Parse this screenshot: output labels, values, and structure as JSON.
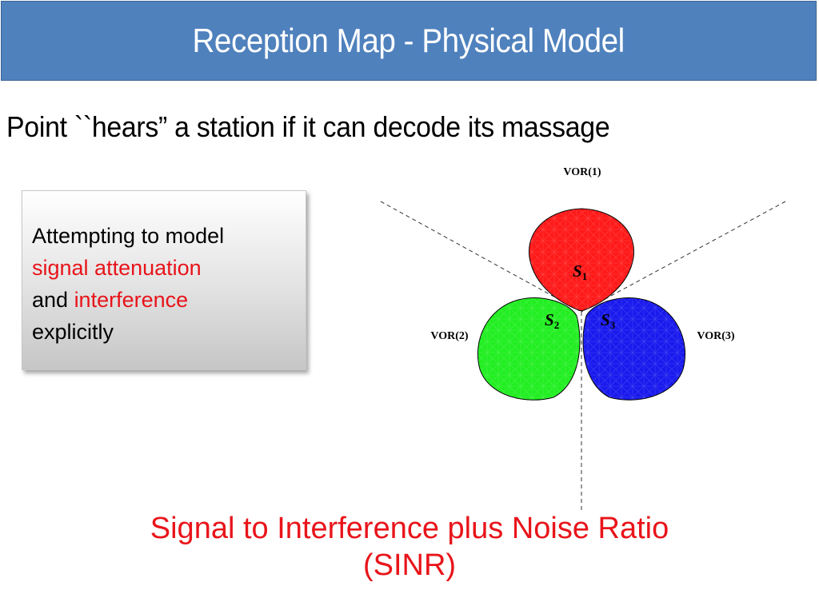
{
  "title": "Reception Map - Physical Model",
  "subtitle": "Point ``hears” a station if it can decode its massage",
  "callout": {
    "line1": "Attempting to model",
    "line2": "signal attenuation",
    "line3_prefix": "and ",
    "line3_red": "interference",
    "line4": "explicitly"
  },
  "diagram": {
    "vor1": "VOR(1)",
    "vor2": "VOR(2)",
    "vor3": "VOR(3)",
    "s1_letter": "S",
    "s1_sub": "1",
    "s2_letter": "S",
    "s2_sub": "2",
    "s3_letter": "S",
    "s3_sub": "3",
    "colors": {
      "s1": "#ff1a1a",
      "s2": "#22ee22",
      "s3": "#1a1aee"
    }
  },
  "bottom": {
    "line1": "Signal to Interference plus Noise Ratio",
    "line2": "(SINR)"
  }
}
